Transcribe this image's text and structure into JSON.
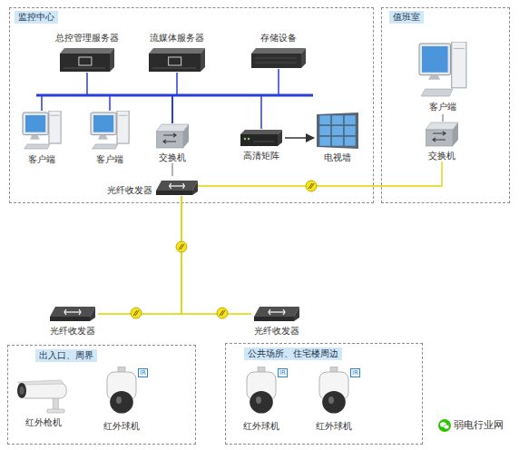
{
  "diagram": {
    "nodes": [
      {
        "text": [
          "监控中心"
        ]
      },
      {
        "text": [
          "总控管理服务器"
        ],
        "in": 0
      },
      {
        "text": [
          "流媒体服务器"
        ],
        "in": 0
      },
      {
        "text": [
          "存储设备"
        ],
        "in": 0
      },
      {
        "text": [
          "客户端"
        ],
        "in": 0
      },
      {
        "text": [
          "客户端"
        ],
        "in": 0
      },
      {
        "text": [
          "交换机"
        ],
        "in": 0
      },
      {
        "text": [
          "高清矩阵"
        ],
        "in": 0
      },
      {
        "text": [
          "电视墙"
        ],
        "in": 0
      },
      {
        "text": [
          "光纤收发器"
        ],
        "in": 0
      },
      {
        "text": [
          "值班室"
        ]
      },
      {
        "text": [
          "客户端"
        ],
        "in": 10
      },
      {
        "text": [
          "交换机"
        ],
        "in": 10
      },
      {
        "text": [
          "光纤收发器"
        ]
      },
      {
        "text": [
          "光纤收发器"
        ]
      },
      {
        "text": [
          "出入口、周界"
        ]
      },
      {
        "text": [
          "红外枪机"
        ],
        "in": 15
      },
      {
        "text": [
          "红外球机"
        ],
        "in": 15
      },
      {
        "text": [
          "公共场所、住宅楼周边"
        ]
      },
      {
        "text": [
          "红外球机"
        ],
        "in": 18
      },
      {
        "text": [
          "红外球机"
        ],
        "in": 18
      }
    ],
    "edges": [
      {
        "from": 6,
        "to": 1,
        "arrow": "none"
      },
      {
        "from": 6,
        "to": 2,
        "arrow": "none"
      },
      {
        "from": 6,
        "to": 3,
        "arrow": "none"
      },
      {
        "from": 6,
        "to": 4,
        "arrow": "none"
      },
      {
        "from": 6,
        "to": 5,
        "arrow": "none"
      },
      {
        "from": 6,
        "to": 7,
        "arrow": "none"
      },
      {
        "from": 7,
        "to": 8,
        "arrow": "to"
      },
      {
        "from": 6,
        "to": 9,
        "arrow": "none"
      },
      {
        "from": 9,
        "to": 12,
        "arrow": "none"
      },
      {
        "from": 11,
        "to": 12,
        "arrow": "none"
      },
      {
        "from": 9,
        "to": 13,
        "arrow": "none"
      },
      {
        "from": 9,
        "to": 14,
        "arrow": "none"
      }
    ],
    "labels": [
      "IR",
      "IR",
      "IR",
      "弱电行业网"
    ]
  }
}
